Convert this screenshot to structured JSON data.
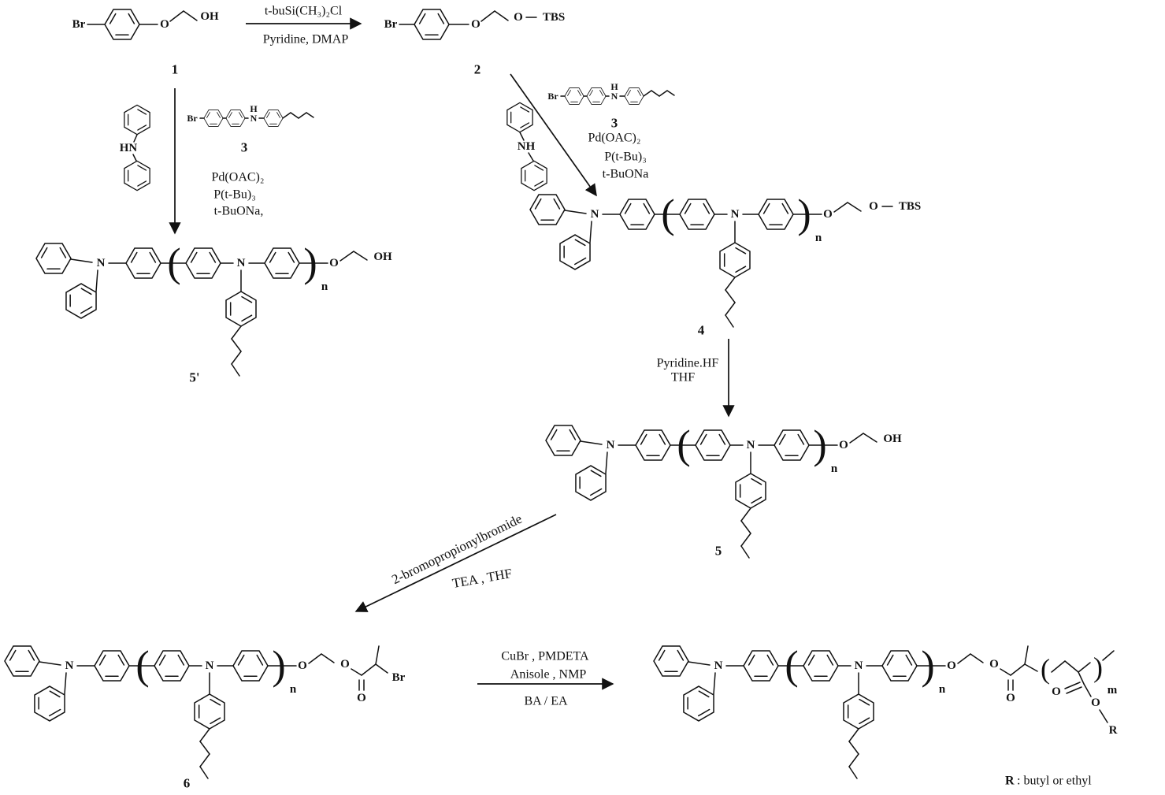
{
  "atoms": {
    "br": "Br",
    "o": "O",
    "oh": "OH",
    "n": "N",
    "h": "H",
    "hn": "HN",
    "nh": "NH",
    "tbs": "TBS",
    "r": "R"
  },
  "compounds": {
    "c1": "1",
    "c2": "2",
    "c3": "3",
    "c4": "4",
    "c5": "5",
    "c5prime": "5'",
    "c6": "6"
  },
  "subscripts": {
    "n": "n",
    "m": "m"
  },
  "steps": {
    "silylation": {
      "reagent": "t-buSi(CH₃)₂Cl",
      "conditions": "Pyridine, DMAP"
    },
    "amination_left": {
      "lines": [
        "Pd(OAC)₂",
        "P(t-Bu)₃",
        "t-BuONa,"
      ]
    },
    "amination_right": {
      "lines": [
        "Pd(OAC)₂",
        "P(t-Bu)₃",
        "t-BuONa"
      ]
    },
    "deprotection": {
      "lines": [
        "Pyridine.HF",
        "THF"
      ]
    },
    "acylation": {
      "reagent": "2-bromopropionylbromide",
      "conditions": "TEA , THF"
    },
    "atrp": {
      "lines": [
        "CuBr , PMDETA",
        "Anisole , NMP",
        "BA / EA"
      ]
    }
  },
  "footnote": {
    "r": "R",
    "text": ": butyl or ethyl"
  }
}
